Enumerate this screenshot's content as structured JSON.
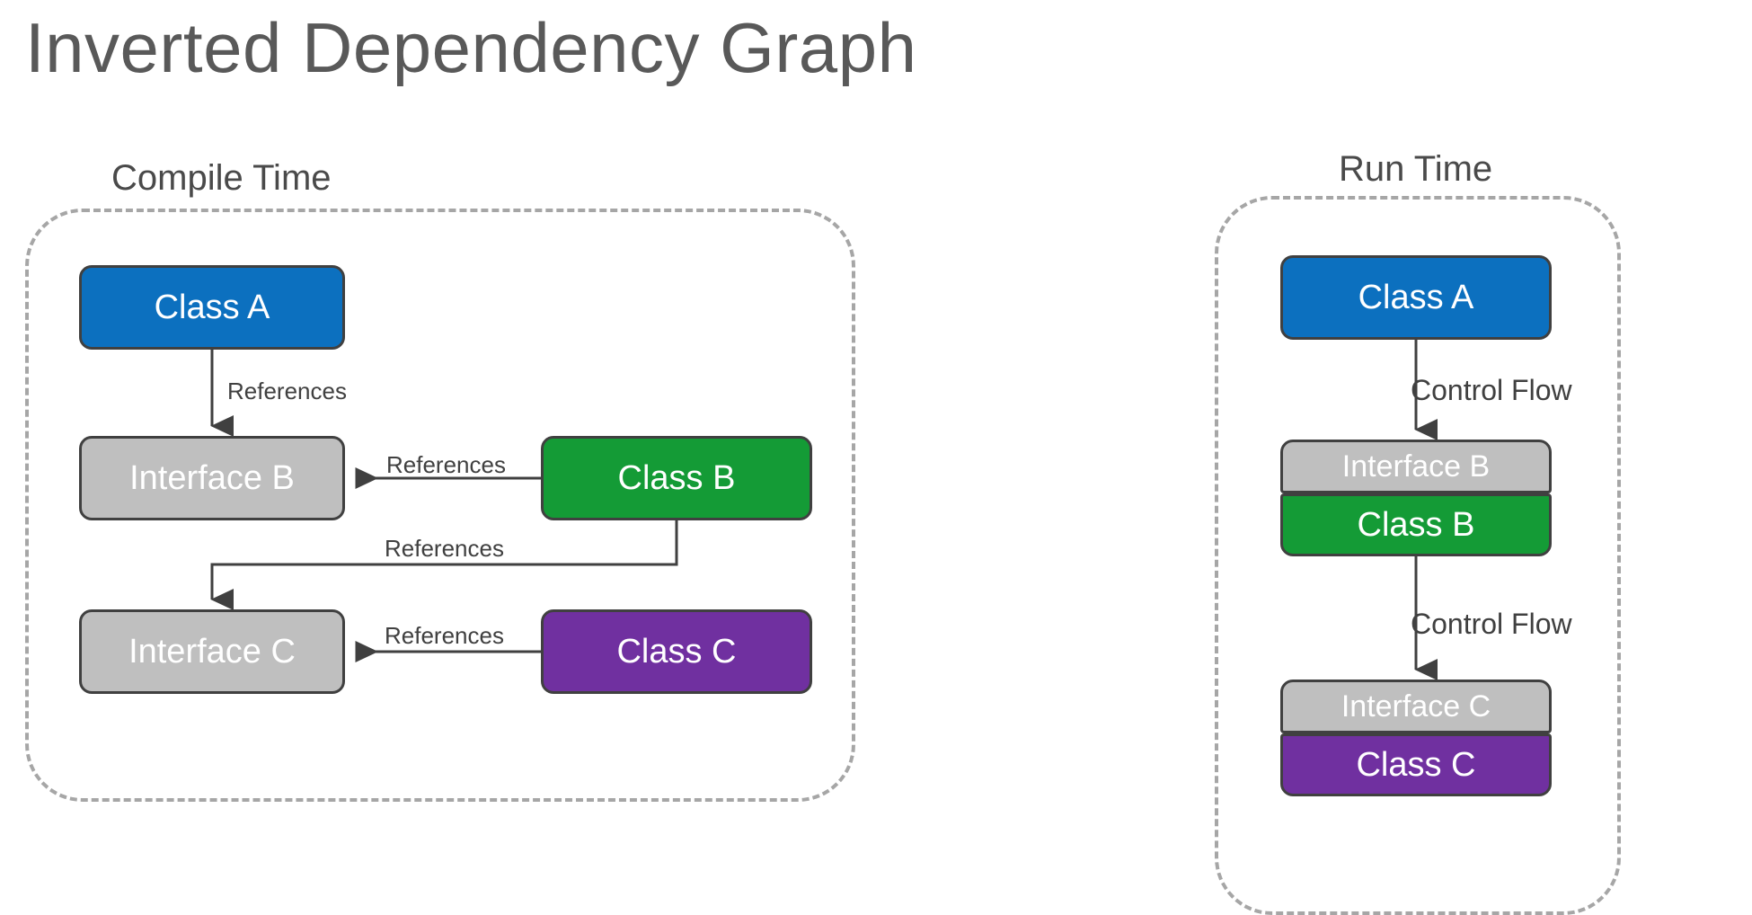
{
  "page": {
    "title": "Inverted Dependency Graph",
    "background": "#ffffff"
  },
  "colors": {
    "title_text": "#595959",
    "class_a": "#0C70BF",
    "class_b": "#149B36",
    "class_c": "#7030A0",
    "interface": "#BFBFBF",
    "node_border": "#404040",
    "group_border": "#A6A6A6",
    "connector": "#404040",
    "label_text": "#404040"
  },
  "groups": [
    {
      "id": "compile-time",
      "label": "Compile Time",
      "nodes": [
        {
          "id": "ct-class-a",
          "label": "Class A",
          "kind": "class",
          "color": "#0C70BF"
        },
        {
          "id": "ct-interface-b",
          "label": "Interface B",
          "kind": "interface",
          "color": "#BFBFBF"
        },
        {
          "id": "ct-class-b",
          "label": "Class B",
          "kind": "class",
          "color": "#149B36"
        },
        {
          "id": "ct-interface-c",
          "label": "Interface C",
          "kind": "interface",
          "color": "#BFBFBF"
        },
        {
          "id": "ct-class-c",
          "label": "Class C",
          "kind": "class",
          "color": "#7030A0"
        }
      ],
      "edges": [
        {
          "id": "ct-a-to-ib",
          "from": "ct-class-a",
          "to": "ct-interface-b",
          "label": "References",
          "style": "straight-down"
        },
        {
          "id": "ct-bb-to-ib",
          "from": "ct-class-b",
          "to": "ct-interface-b",
          "label": "References",
          "style": "straight-left"
        },
        {
          "id": "ct-bb-to-ic",
          "from": "ct-class-b",
          "to": "ct-interface-c",
          "label": "References",
          "style": "elbow"
        },
        {
          "id": "ct-cc-to-ic",
          "from": "ct-class-c",
          "to": "ct-interface-c",
          "label": "References",
          "style": "straight-left"
        }
      ]
    },
    {
      "id": "run-time",
      "label": "Run Time",
      "nodes": [
        {
          "id": "rt-class-a",
          "label": "Class A",
          "kind": "class",
          "color": "#0C70BF"
        },
        {
          "id": "rt-interface-b",
          "label": "Interface B",
          "kind": "interface",
          "color": "#BFBFBF"
        },
        {
          "id": "rt-class-b",
          "label": "Class B",
          "kind": "class",
          "color": "#149B36"
        },
        {
          "id": "rt-interface-c",
          "label": "Interface C",
          "kind": "interface",
          "color": "#BFBFBF"
        },
        {
          "id": "rt-class-c",
          "label": "Class C",
          "kind": "class",
          "color": "#7030A0"
        }
      ],
      "edges": [
        {
          "id": "rt-a-to-b",
          "from": "rt-class-a",
          "to": "rt-interface-b",
          "label": "Control Flow",
          "style": "straight-down"
        },
        {
          "id": "rt-b-to-c",
          "from": "rt-class-b",
          "to": "rt-interface-c",
          "label": "Control Flow",
          "style": "straight-down"
        }
      ]
    }
  ]
}
